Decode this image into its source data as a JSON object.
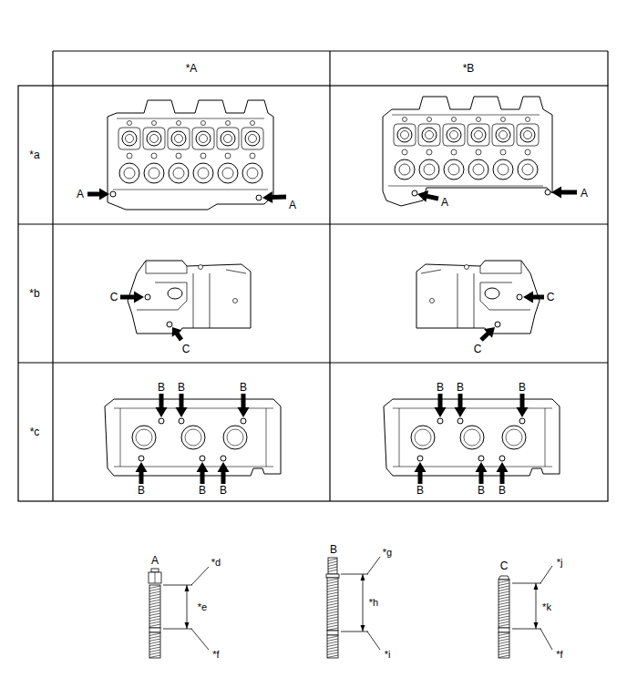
{
  "diagram": {
    "labels": [
      "*A",
      "*B",
      "*a",
      "*b",
      "*c",
      "A",
      "A",
      "A",
      "A",
      "C",
      "C",
      "C",
      "C",
      "B",
      "B",
      "B",
      "B",
      "B",
      "B",
      "B",
      "B",
      "B",
      "B",
      "B",
      "B",
      "A",
      "*d",
      "*e",
      "*f",
      "B",
      "*g",
      "*h",
      "*i",
      "C",
      "*j",
      "*k",
      "*f"
    ]
  }
}
